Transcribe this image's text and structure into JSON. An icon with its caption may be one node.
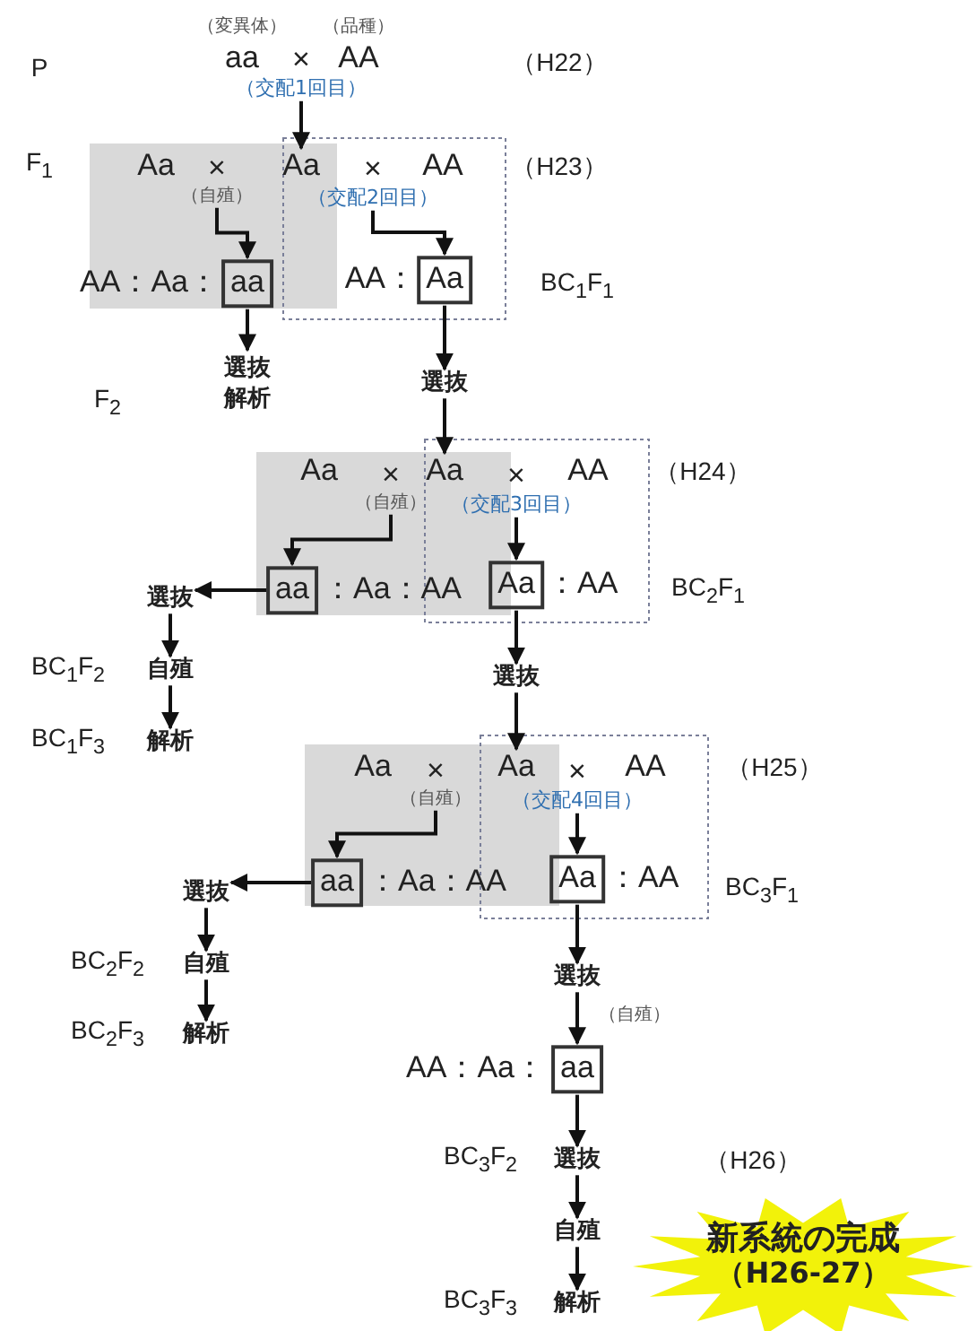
{
  "diagram": {
    "nodes": [
      {
        "text": [
          "×"
        ],
        "beside": [
          "（交配1回目）"
        ]
      },
      {
        "text": [
          "Aa"
        ]
      },
      {
        "text": [
          "×"
        ],
        "beside": [
          "（自殖）"
        ]
      },
      {
        "text": [
          "×"
        ],
        "beside": [
          "（交配2回目）"
        ]
      },
      {
        "text": [
          "aa"
        ]
      },
      {
        "text": [
          "Aa"
        ]
      },
      {
        "text": [
          "選抜",
          "解析"
        ]
      },
      {
        "text": [
          "選抜"
        ]
      },
      {
        "text": [
          "Aa"
        ]
      },
      {
        "text": [
          "×"
        ],
        "beside": [
          "（自殖）"
        ]
      },
      {
        "text": [
          "×"
        ],
        "beside": [
          "（交配3回目）"
        ]
      },
      {
        "text": [
          "aa"
        ]
      },
      {
        "text": [
          "Aa"
        ]
      },
      {
        "text": [
          "選抜"
        ]
      },
      {
        "text": [
          "自殖"
        ]
      },
      {
        "text": [
          "解析"
        ]
      },
      {
        "text": [
          "選抜"
        ]
      },
      {
        "text": [
          "Aa"
        ]
      },
      {
        "text": [
          "×"
        ],
        "beside": [
          "（自殖）"
        ]
      },
      {
        "text": [
          "×"
        ],
        "beside": [
          "（交配4回目）"
        ]
      },
      {
        "text": [
          "aa"
        ]
      },
      {
        "text": [
          "Aa"
        ]
      },
      {
        "text": [
          "選抜"
        ]
      },
      {
        "text": [
          "自殖"
        ]
      },
      {
        "text": [
          "解析"
        ]
      },
      {
        "text": [
          "選抜"
        ]
      },
      {
        "text": [
          "aa"
        ]
      },
      {
        "text": [
          "選抜"
        ]
      },
      {
        "text": [
          "自殖"
        ]
      },
      {
        "text": [
          "解析"
        ]
      },
      {
        "text": [
          "新系統の完成",
          "（H26-27）"
        ]
      }
    ],
    "edges": [
      {
        "from": 0,
        "to": 1,
        "arrow": "to"
      },
      {
        "from": 2,
        "to": 4,
        "arrow": "to"
      },
      {
        "from": 3,
        "to": 5,
        "arrow": "to"
      },
      {
        "from": 4,
        "to": 6,
        "arrow": "to"
      },
      {
        "from": 5,
        "to": 7,
        "arrow": "to"
      },
      {
        "from": 7,
        "to": 8,
        "arrow": "to"
      },
      {
        "from": 9,
        "to": 11,
        "arrow": "to"
      },
      {
        "from": 10,
        "to": 12,
        "arrow": "to"
      },
      {
        "from": 11,
        "to": 13,
        "arrow": "to"
      },
      {
        "from": 13,
        "to": 14,
        "arrow": "to"
      },
      {
        "from": 14,
        "to": 15,
        "arrow": "to"
      },
      {
        "from": 12,
        "to": 16,
        "arrow": "to"
      },
      {
        "from": 16,
        "to": 17,
        "arrow": "to"
      },
      {
        "from": 18,
        "to": 20,
        "arrow": "to"
      },
      {
        "from": 19,
        "to": 21,
        "arrow": "to"
      },
      {
        "from": 20,
        "to": 22,
        "arrow": "to"
      },
      {
        "from": 22,
        "to": 23,
        "arrow": "to"
      },
      {
        "from": 23,
        "to": 24,
        "arrow": "to"
      },
      {
        "from": 21,
        "to": 25,
        "arrow": "to"
      },
      {
        "from": 25,
        "to": 26,
        "arrow": "to",
        "label": "（自殖）"
      },
      {
        "from": 26,
        "to": 27,
        "arrow": "to"
      },
      {
        "from": 27,
        "to": 28,
        "arrow": "to"
      },
      {
        "from": 28,
        "to": 29,
        "arrow": "to"
      }
    ],
    "labels": [
      "P",
      "（変異体）",
      "（品種）",
      "aa",
      "AA",
      "（H22）",
      "F$_{1}$",
      "Aa",
      "AA",
      "（H23）",
      "AA：Aa：",
      "AA：",
      "BC$_{1}$F$_{1}$",
      "F$_{2}$",
      "Aa",
      "AA",
      "（H24）",
      "：Aa：AA",
      "：AA",
      "BC$_{2}$F$_{1}$",
      "BC$_{1}$F$_{2}$",
      "BC$_{1}$F$_{3}$",
      "Aa",
      "AA",
      "（H25）",
      "：Aa：AA",
      "：AA",
      "BC$_{3}$F$_{1}$",
      "BC$_{2}$F$_{2}$",
      "BC$_{2}$F$_{3}$",
      "AA：Aa：",
      "BC$_{3}$F$_{2}$",
      "（H26）",
      "BC$_{3}$F$_{3}$"
    ]
  }
}
